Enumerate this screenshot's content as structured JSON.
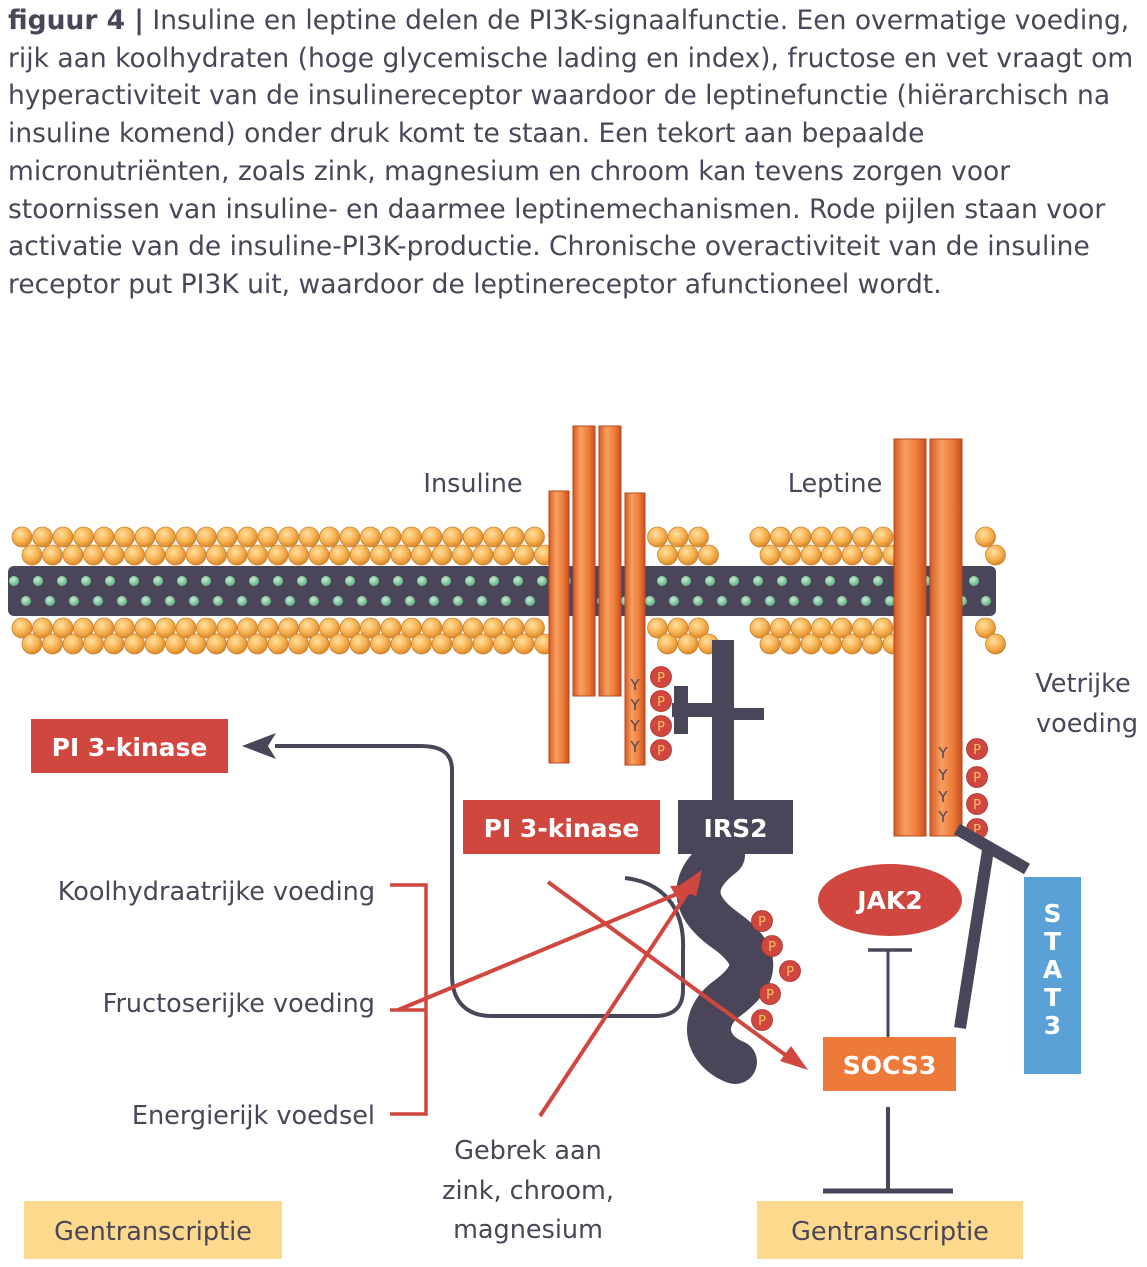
{
  "caption": {
    "prefix": "figuur 4 |",
    "text": " Insuline en leptine delen de PI3K-signaalfunctie. Een overmatige voeding, rijk aan koolhydraten (hoge glycemische lading en index), fructose en vet vraagt om hyperactiviteit van de insulinereceptor waardoor de leptinefunctie (hiërarchisch na insuline komend) onder druk komt te staan. Een tekort aan bepaalde micronutriënten, zoals zink, magnesium en chroom kan tevens zorgen voor stoornissen van insuline- en daarmee leptinemechanismen. Rode pijlen staan voor activatie van de insuline-PI3K-productie. Chronische overactiviteit van de insuline receptor put PI3K uit, waardoor de leptinereceptor afunctioneel wordt."
  },
  "diagram": {
    "insuline_label": "Insuline",
    "leptine_label": "Leptine",
    "pi3k_left": "PI 3-kinase",
    "pi3k_center": "PI 3-kinase",
    "irs2": "IRS2",
    "jak2": "JAK2",
    "socs3": "SOCS3",
    "stat3": [
      "S",
      "T",
      "A",
      "T",
      "3"
    ],
    "vetrijke": [
      "Vetrijke",
      "voeding"
    ],
    "diets": [
      "Koolhydraatrijke voeding",
      "Fructoserijke voeding",
      "Energierijk voedsel"
    ],
    "gebrek": [
      "Gebrek aan",
      "zink, chroom,",
      "magnesium"
    ],
    "gentranscriptie_left": "Gentranscriptie",
    "gentranscriptie_right": "Gentranscriptie",
    "p": "P",
    "y": "Y"
  },
  "colors": {
    "red_box": "#d0473f",
    "orange_box": "#ee7a3a",
    "blue_box": "#5aa1d8",
    "yellow_box": "#fcd98c",
    "dark": "#4a4558",
    "receptor": "#ee7c3a",
    "lipid_head": "#f7b251",
    "green_bead": "#7fc79a"
  }
}
